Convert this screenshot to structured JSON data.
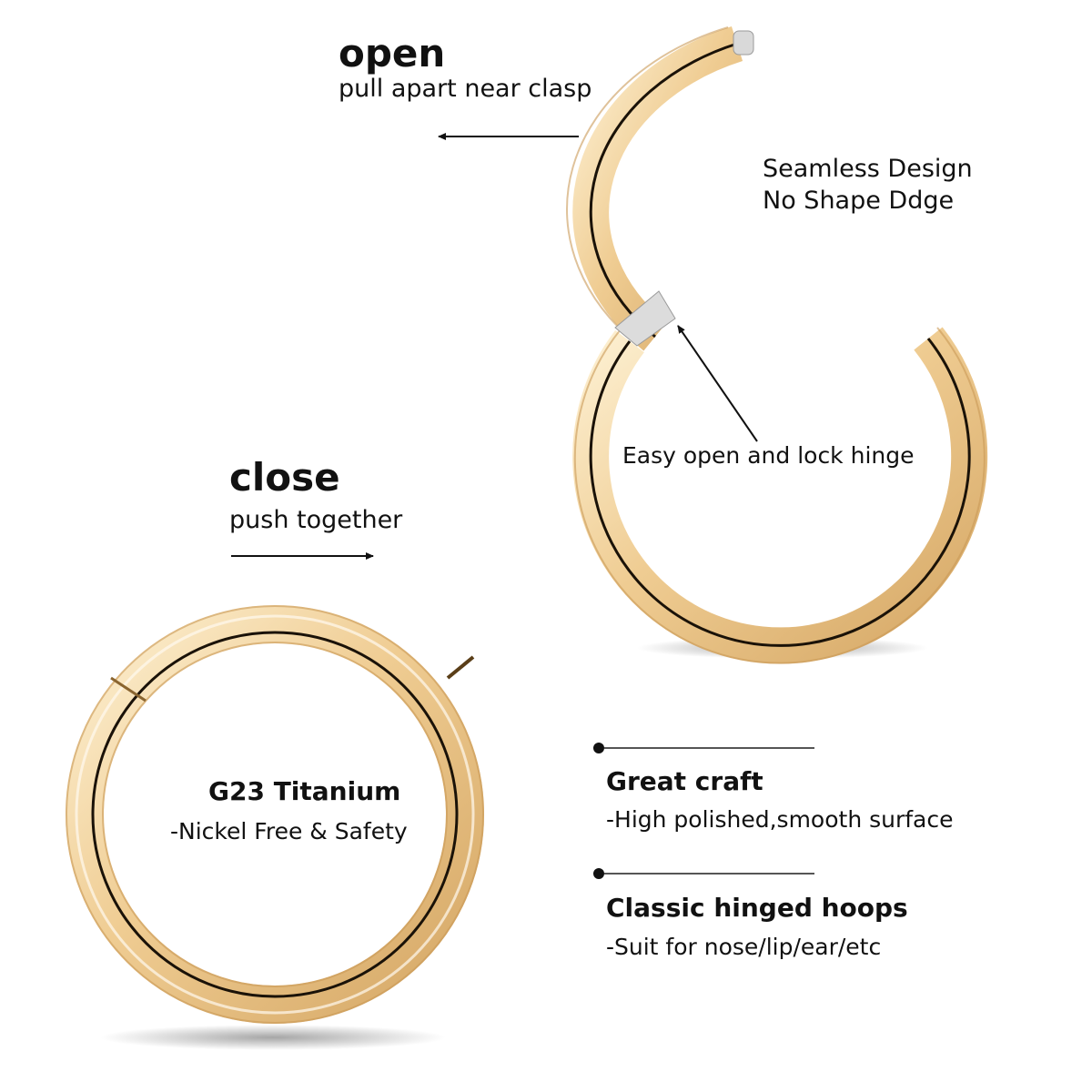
{
  "open": {
    "title": "open",
    "subtitle": "pull apart near clasp"
  },
  "seamless": {
    "line1": "Seamless Design",
    "line2": "No Shape Ddge"
  },
  "hinge_label": "Easy open and lock hinge",
  "close": {
    "title": "close",
    "subtitle": "push together"
  },
  "material": {
    "title": "G23 Titanium",
    "subtitle": "-Nickel Free & Safety"
  },
  "features": [
    {
      "title": "Great craft",
      "subtitle": "-High polished,smooth surface"
    },
    {
      "title": "Classic hinged hoops",
      "subtitle": "-Suit for nose/lip/ear/etc"
    }
  ],
  "colors": {
    "gold_light": "#fbe6bd",
    "gold_mid": "#ecc589",
    "gold_dark": "#c99a57",
    "groove": "#1a1208",
    "text": "#111111",
    "background": "#ffffff"
  }
}
